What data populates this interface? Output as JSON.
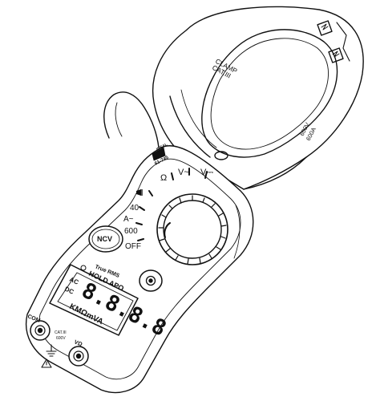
{
  "jaw": {
    "clamp_line1": "CLAMP",
    "clamp_line2": "CAT.III",
    "rating_line1": "600V",
    "rating_line2": "600A"
  },
  "brand": {
    "logo_text": "IDEAL",
    "model": "61-745"
  },
  "dial": {
    "pos_ohm": "Ω",
    "pos_vac": "V~",
    "pos_vdc": "V⎓",
    "pos_40": "40",
    "pos_aac": "A~",
    "pos_600": "600",
    "pos_off": "OFF"
  },
  "buttons": {
    "ncv": "NCV"
  },
  "display": {
    "true_rms": "True RMS",
    "hold_apo": "HOLD APO",
    "ac": "AC",
    "dc": "DC",
    "digits": "8.8.8.8",
    "units": "KMΩmVA"
  },
  "jacks": {
    "com": "COM",
    "vohm": "VΩ",
    "cat_line1": "CAT.III",
    "cat_line2": "600V"
  }
}
